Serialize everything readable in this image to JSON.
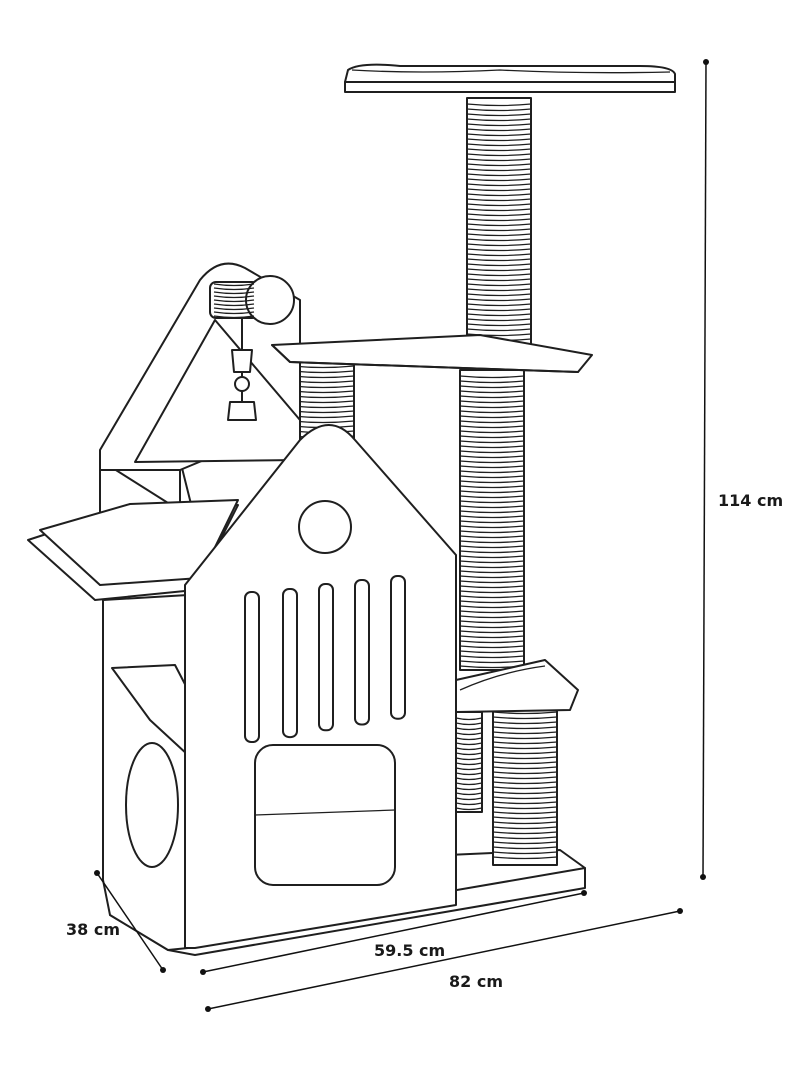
{
  "dimensions": {
    "height": "114 cm",
    "depth": "38 cm",
    "inner_width": "59.5 cm",
    "total_width": "82 cm"
  }
}
